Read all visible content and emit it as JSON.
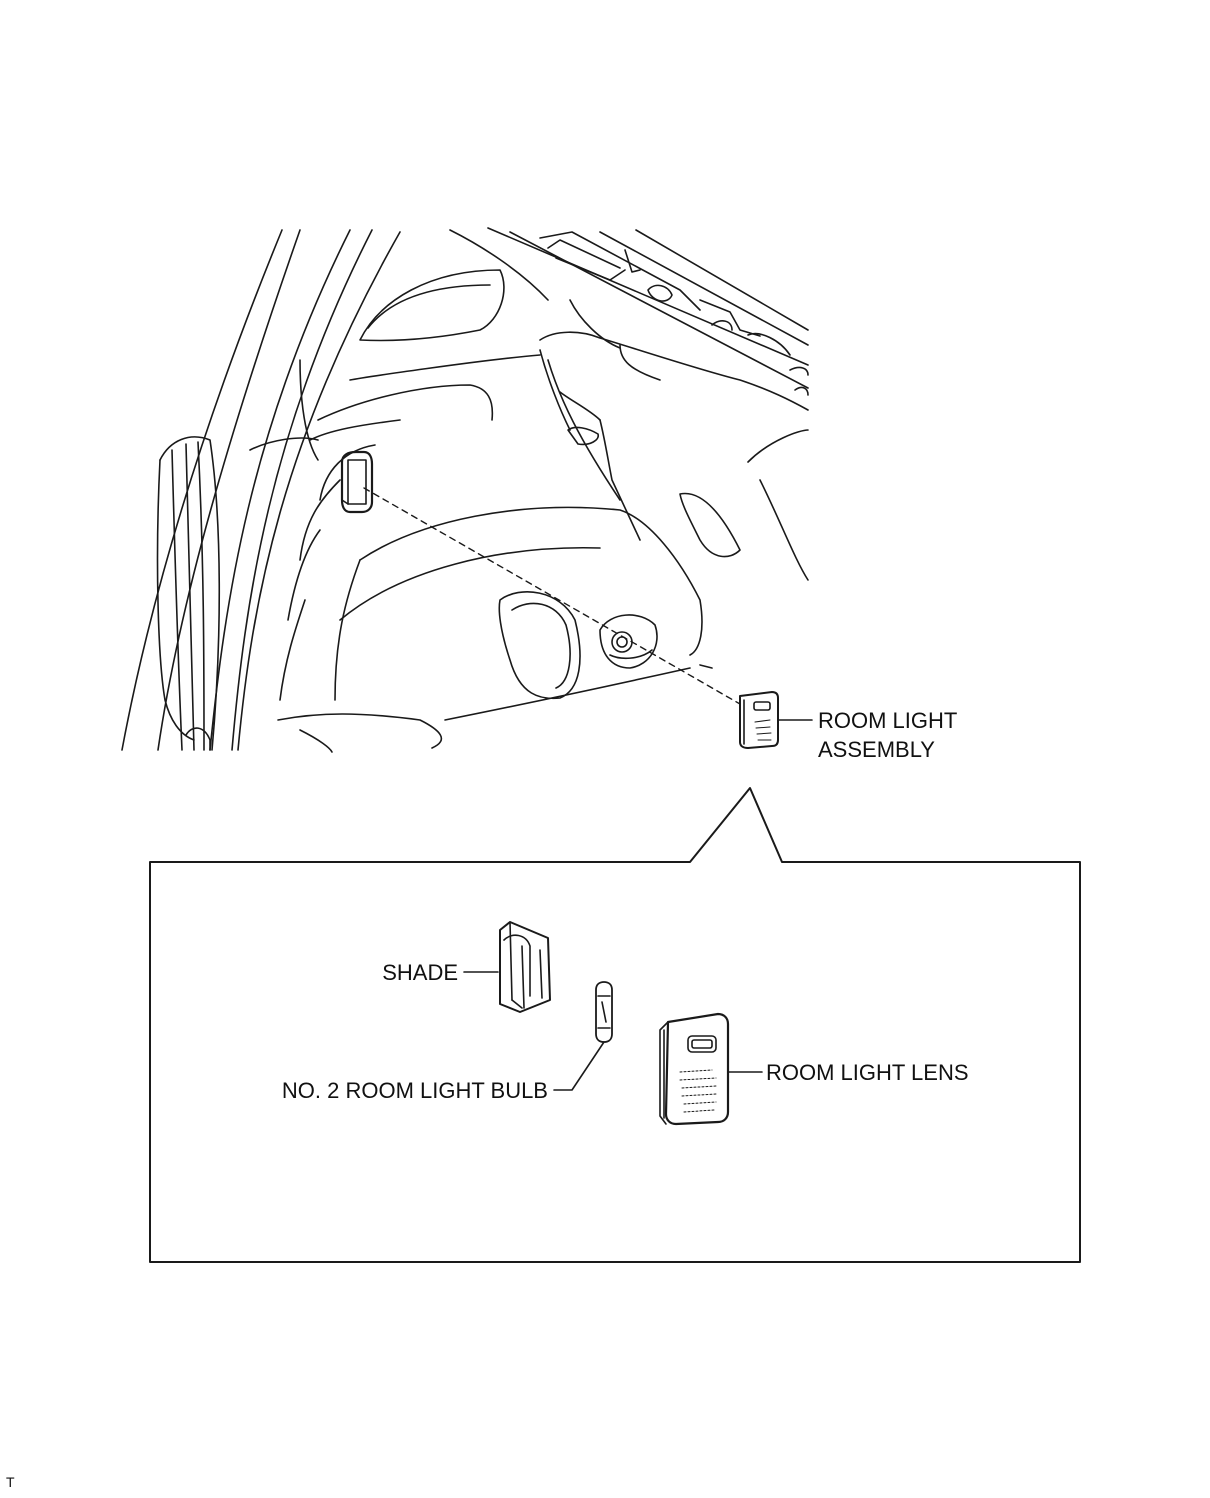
{
  "labels": {
    "room_light_assembly_line1": "ROOM LIGHT",
    "room_light_assembly_line2": "ASSEMBLY",
    "shade": "SHADE",
    "bulb": "NO. 2 ROOM LIGHT BULB",
    "lens": "ROOM LIGHT LENS"
  },
  "footer_code": "T",
  "colors": {
    "line": "#1a1a1a",
    "background": "#ffffff"
  }
}
